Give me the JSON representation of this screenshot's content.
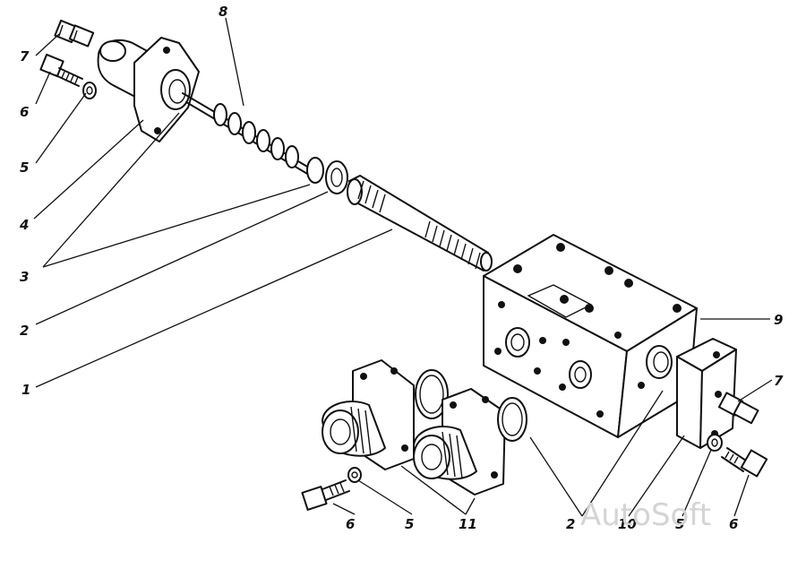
{
  "callouts": {
    "c1": "1",
    "c2a": "2",
    "c2b": "2",
    "c3": "3",
    "c4": "4",
    "c5a": "5",
    "c5b": "5",
    "c5c": "5",
    "c6a": "6",
    "c6b": "6",
    "c6c": "6",
    "c7a": "7",
    "c7b": "7",
    "c8": "8",
    "c9": "9",
    "c10": "10",
    "c11": "11"
  },
  "watermark": "AutoSoft"
}
